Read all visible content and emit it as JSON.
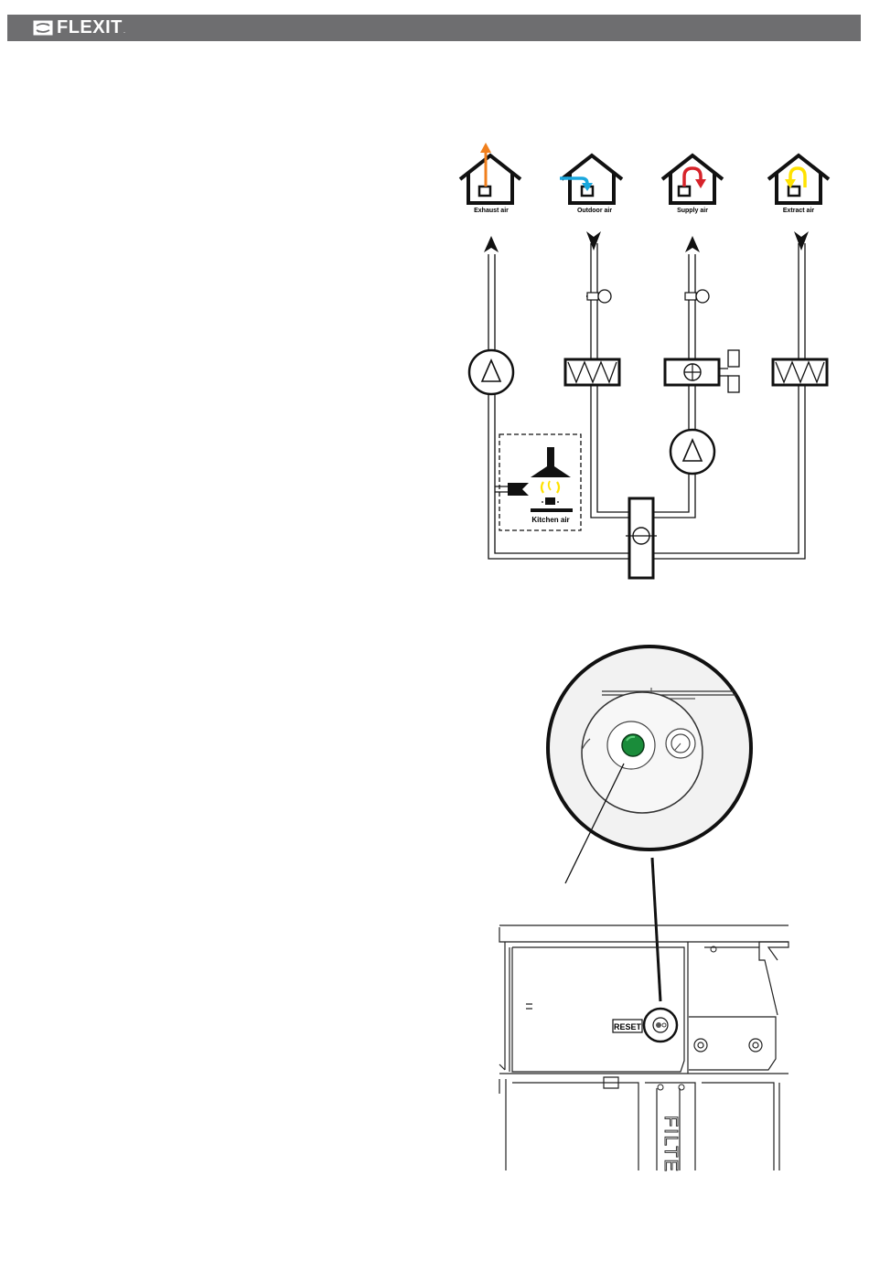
{
  "header": {
    "brand_name": "FLEXIT",
    "trademark": ".",
    "bar_color": "#6e6e70",
    "logo_icon": "flexit-exchanger-logo-icon"
  },
  "diagram": {
    "house_labels": {
      "exhaust": "Exhaust air",
      "outdoor": "Outdoor air",
      "supply": "Supply air",
      "extract": "Extract air"
    },
    "kitchen_label": "Kitchen air",
    "colors": {
      "exhaust": "#f07f1d",
      "outdoor": "#1aa7dd",
      "supply": "#d7232a",
      "extract": "#ffe200"
    }
  },
  "photo": {
    "reset_label": "RESET",
    "filter_text": "FILTE",
    "indicator_color": "#1a8c3a"
  }
}
